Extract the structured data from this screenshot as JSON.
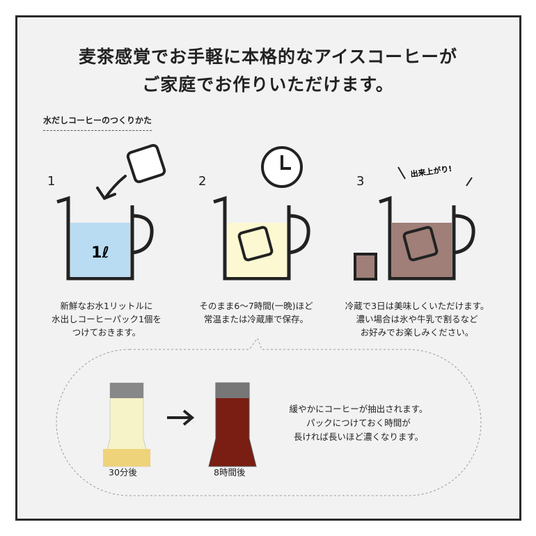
{
  "title": {
    "line1": "麦茶感覚でお手軽に本格的なアイスコーヒーが",
    "line2": "ご家庭でお作りいただけます。"
  },
  "subtitle": "水だしコーヒーのつくりかた",
  "steps": [
    {
      "number": "1",
      "icon_label": "1ℓ",
      "description": "新鮮なお水1リットルに\n水出しコーヒーパック1個を\nつけておきます。",
      "color": "#b9dcf3"
    },
    {
      "number": "2",
      "description": "そのまま6〜7時間(一晩)ほど\n常温または冷蔵庫で保存。",
      "color": "#fbf8d2"
    },
    {
      "number": "3",
      "exclaim": "出来上がり!",
      "description": "冷蔵で3日は美味しくいただけます。\n濃い場合は氷や牛乳で割るなど\nお好みでお楽しみください。",
      "color": "#9f7f78"
    }
  ],
  "comparison": {
    "before_caption": "30分後",
    "after_caption": "8時間後",
    "description": "緩やかにコーヒーが抽出されます。\nパックにつけておく時間が\n長ければ長いほど濃くなります。"
  }
}
